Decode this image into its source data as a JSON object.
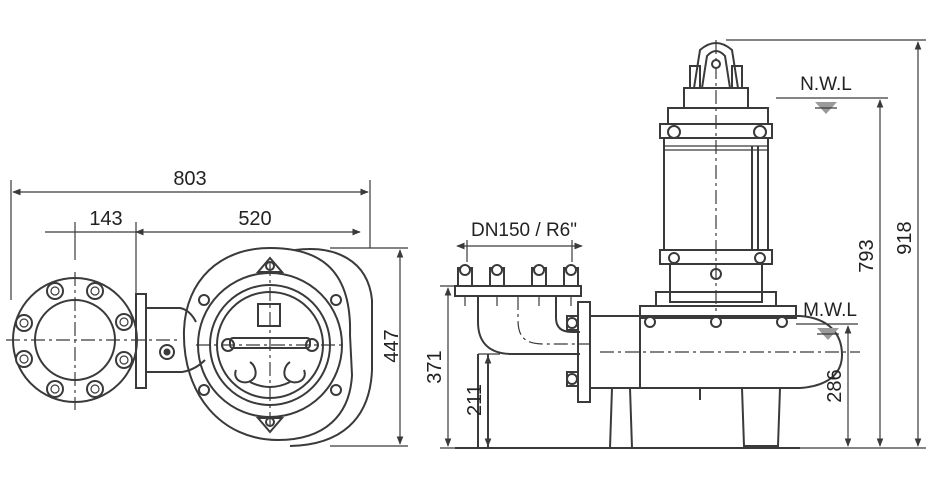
{
  "plan_view": {
    "dim_overall_width": "803",
    "dim_flange_offset": "143",
    "dim_body_width": "520",
    "dim_body_height": "447"
  },
  "side_view": {
    "label_connection": "DN150 / R6\"",
    "dim_outlet_height": "371",
    "dim_pipe_center_height": "211",
    "dim_mwl_height": "286",
    "dim_nwl_height": "793",
    "dim_total_height": "918",
    "label_normal_water_level": "N.W.L",
    "label_min_water_level": "M.W.L"
  }
}
